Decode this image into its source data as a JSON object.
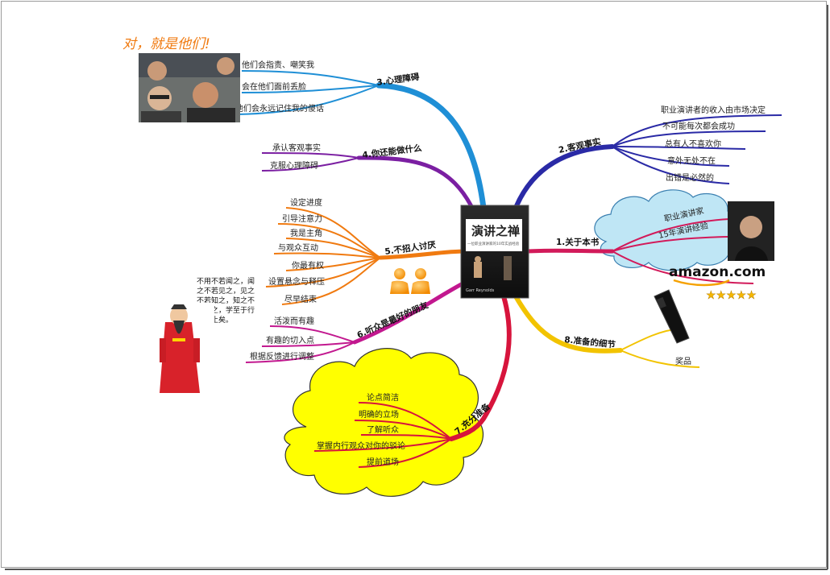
{
  "center": {
    "title": "演讲之禅",
    "subtitle": "一位职业演讲家的10年实战经验",
    "author": "Garr Reynolds"
  },
  "caption_top": "对，就是他们!",
  "quote": [
    "不用不若闻之，闻",
    "之不若见之，见之",
    "不若知之，知之不",
    "若行之，学至于行",
    "之而止矣。"
  ],
  "branches": [
    {
      "id": "b3",
      "label": "3.心理障碍",
      "color": "#1f8fd6",
      "items": [
        "他们会指责、嘲笑我",
        "会在他们面前丢脸",
        "他们会永远记住我的傻话"
      ]
    },
    {
      "id": "b4",
      "label": "4.你还能做什么",
      "color": "#7b1fa2",
      "items": [
        "承认客观事实",
        "克服心理障碍"
      ]
    },
    {
      "id": "b5",
      "label": "5.不招人讨厌",
      "color": "#f07a10",
      "items": [
        "设定进度",
        "引导注意力",
        "我是主角",
        "与观众互动",
        "你最有权",
        "设置悬念与释压",
        "尽早结束"
      ]
    },
    {
      "id": "b6",
      "label": "6.听众是最好的朋友",
      "color": "#c2188f",
      "items": [
        "活泼而有趣",
        "有趣的切入点",
        "根据反馈进行调整"
      ]
    },
    {
      "id": "b7",
      "label": "7.充分准备",
      "color": "#d7143c",
      "items": [
        "论点简洁",
        "明确的立场",
        "了解听众",
        "掌握内行观众对你的驳论",
        "提前道场"
      ]
    },
    {
      "id": "b2",
      "label": "2.客观事实",
      "color": "#2a2aa6",
      "items": [
        "职业演讲者的收入由市场决定",
        "不可能每次都会成功",
        "总有人不喜欢你",
        "意外无处不在",
        "出错是必然的"
      ]
    },
    {
      "id": "b1",
      "label": "1.关于本书",
      "color": "#d21a5a",
      "items": [
        "职业演讲家",
        "15年演讲经验"
      ]
    },
    {
      "id": "b8",
      "label": "8.准备的细节",
      "color": "#f2c300",
      "items": [
        "奖品"
      ]
    }
  ],
  "amazon": {
    "text": "amazon.com",
    "stars": "★★★★★"
  }
}
